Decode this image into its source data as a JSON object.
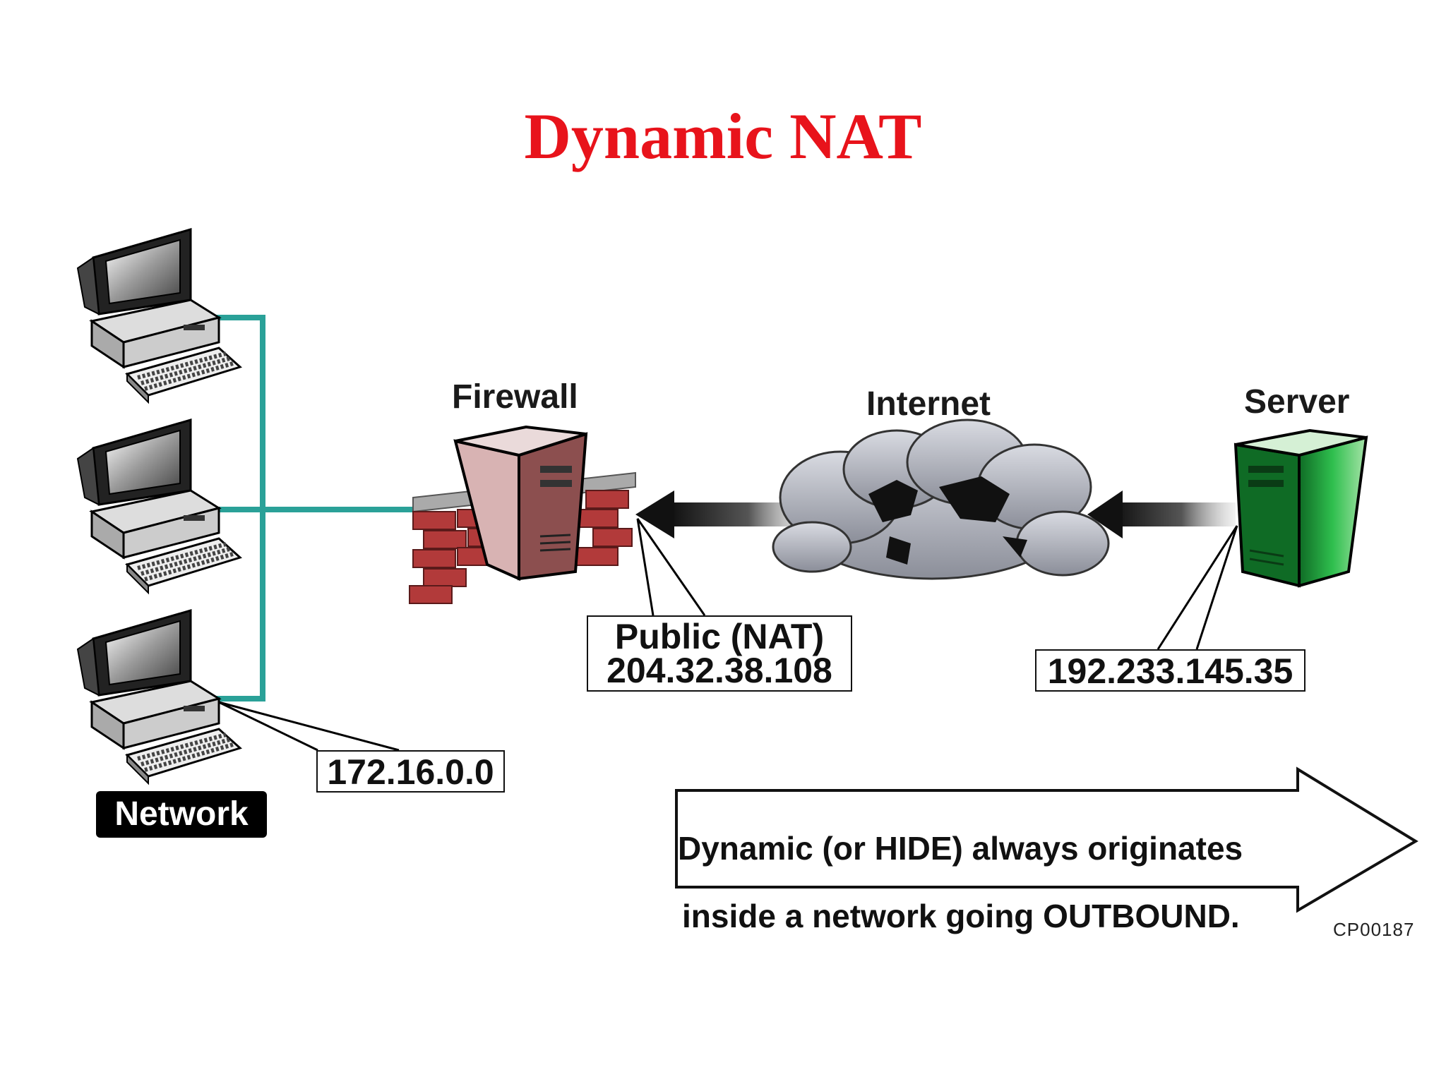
{
  "title": "Dynamic NAT",
  "labels": {
    "firewall": "Firewall",
    "internet": "Internet",
    "server": "Server",
    "network": "Network"
  },
  "addresses": {
    "internal": "172.16.0.0",
    "nat_line1": "Public (NAT)",
    "nat_line2": "204.32.38.108",
    "server": "192.233.145.35"
  },
  "callout": {
    "line1": "Dynamic (or HIDE) always originates",
    "line2": "inside a network going OUTBOUND."
  },
  "figure_code": "CP00187",
  "colors": {
    "title": "#e8131b",
    "link": "#2aa198",
    "brick": "#b23a3a",
    "firewall_server": "#c9a3a3",
    "server": "#1e9e3c"
  }
}
